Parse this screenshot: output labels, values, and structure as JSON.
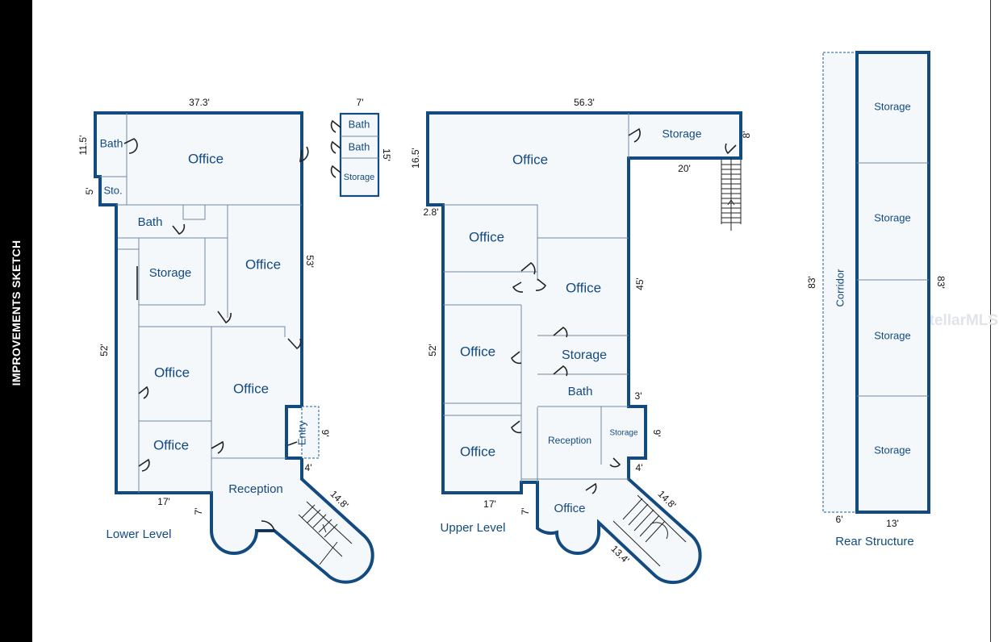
{
  "sidebar_title": "IMPROVEMENTS SKETCH",
  "watermark": "StellarMLS",
  "colors": {
    "wall": "#134a80",
    "fill": "#f5f8fb",
    "sidebar": "#000000"
  },
  "lower_level": {
    "title": "Lower Level",
    "rooms": [
      "Bath",
      "Office",
      "Sto.",
      "Bath",
      "Storage",
      "Office",
      "Office",
      "Office",
      "Office",
      "Reception",
      "Entry"
    ],
    "dimensions": [
      "37.3'",
      "11.5'",
      "5'",
      "53'",
      "52'",
      "17'",
      "7'",
      "9'",
      "4'",
      "14.8'"
    ]
  },
  "annex": {
    "rooms": [
      "Bath",
      "Bath",
      "Storage"
    ],
    "dimensions": [
      "7'",
      "15'"
    ]
  },
  "upper_level": {
    "title": "Upper Level",
    "rooms": [
      "Office",
      "Storage",
      "Office",
      "Office",
      "Office",
      "Storage",
      "Bath",
      "Office",
      "Reception",
      "Storage",
      "Office"
    ],
    "dimensions": [
      "56.3'",
      "8'",
      "16.5'",
      "20'",
      "2.8'",
      "45'",
      "52'",
      "3'",
      "9'",
      "4'",
      "17'",
      "7'",
      "14.8'",
      "13.4'"
    ]
  },
  "rear_structure": {
    "title": "Rear Structure",
    "rooms": [
      "Storage",
      "Storage",
      "Storage",
      "Storage",
      "Corridor"
    ],
    "dimensions": [
      "83'",
      "83'",
      "6'",
      "13'"
    ]
  }
}
